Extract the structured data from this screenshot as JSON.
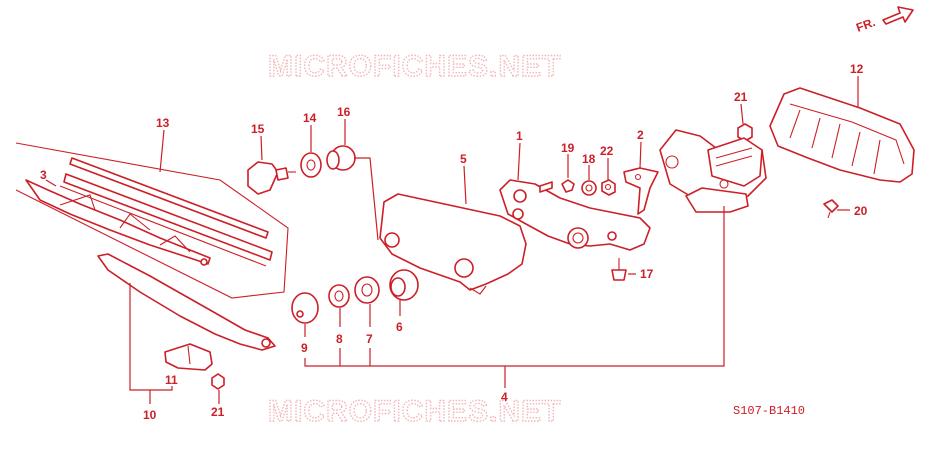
{
  "watermark": "MICROFICHES.NET",
  "diagram_code": "S107-B1410",
  "direction_label": "FR.",
  "callouts": {
    "c1": "1",
    "c2": "2",
    "c3": "3",
    "c4": "4",
    "c5": "5",
    "c6": "6",
    "c7": "7",
    "c8": "8",
    "c9": "9",
    "c10": "10",
    "c11": "11",
    "c12": "12",
    "c13": "13",
    "c14": "14",
    "c15": "15",
    "c16": "16",
    "c17": "17",
    "c18": "18",
    "c19": "19",
    "c20": "20",
    "c21a": "21",
    "c21b": "21",
    "c22": "22"
  },
  "colors": {
    "line": "#cc1f27",
    "watermark": "#f2b6b8",
    "background": "#ffffff"
  }
}
